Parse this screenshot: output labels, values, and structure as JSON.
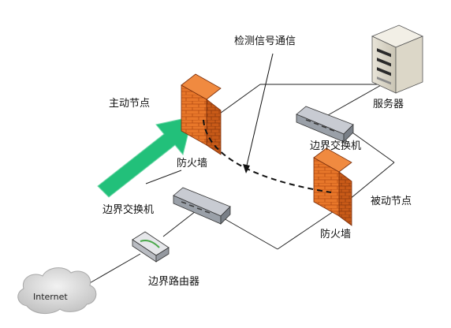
{
  "labels": {
    "signal": "检测信号通信",
    "server": "服务器",
    "active_node": "主动节点",
    "firewall_top": "防火墙",
    "edge_switch_right": "边界交换机",
    "edge_switch_left": "边界交换机",
    "passive_node": "被动节点",
    "firewall_bottom": "防火墙",
    "edge_router": "边界路由器",
    "internet": "Internet"
  },
  "colors": {
    "firewall": "#e86a1e",
    "arrow": "#22c07a",
    "line": "#222222",
    "cloud": "#d8d8d8"
  },
  "icons": {
    "server": "server-icon",
    "firewall": "firewall-icon",
    "switch": "switch-icon",
    "router": "router-icon",
    "cloud": "cloud-icon"
  }
}
